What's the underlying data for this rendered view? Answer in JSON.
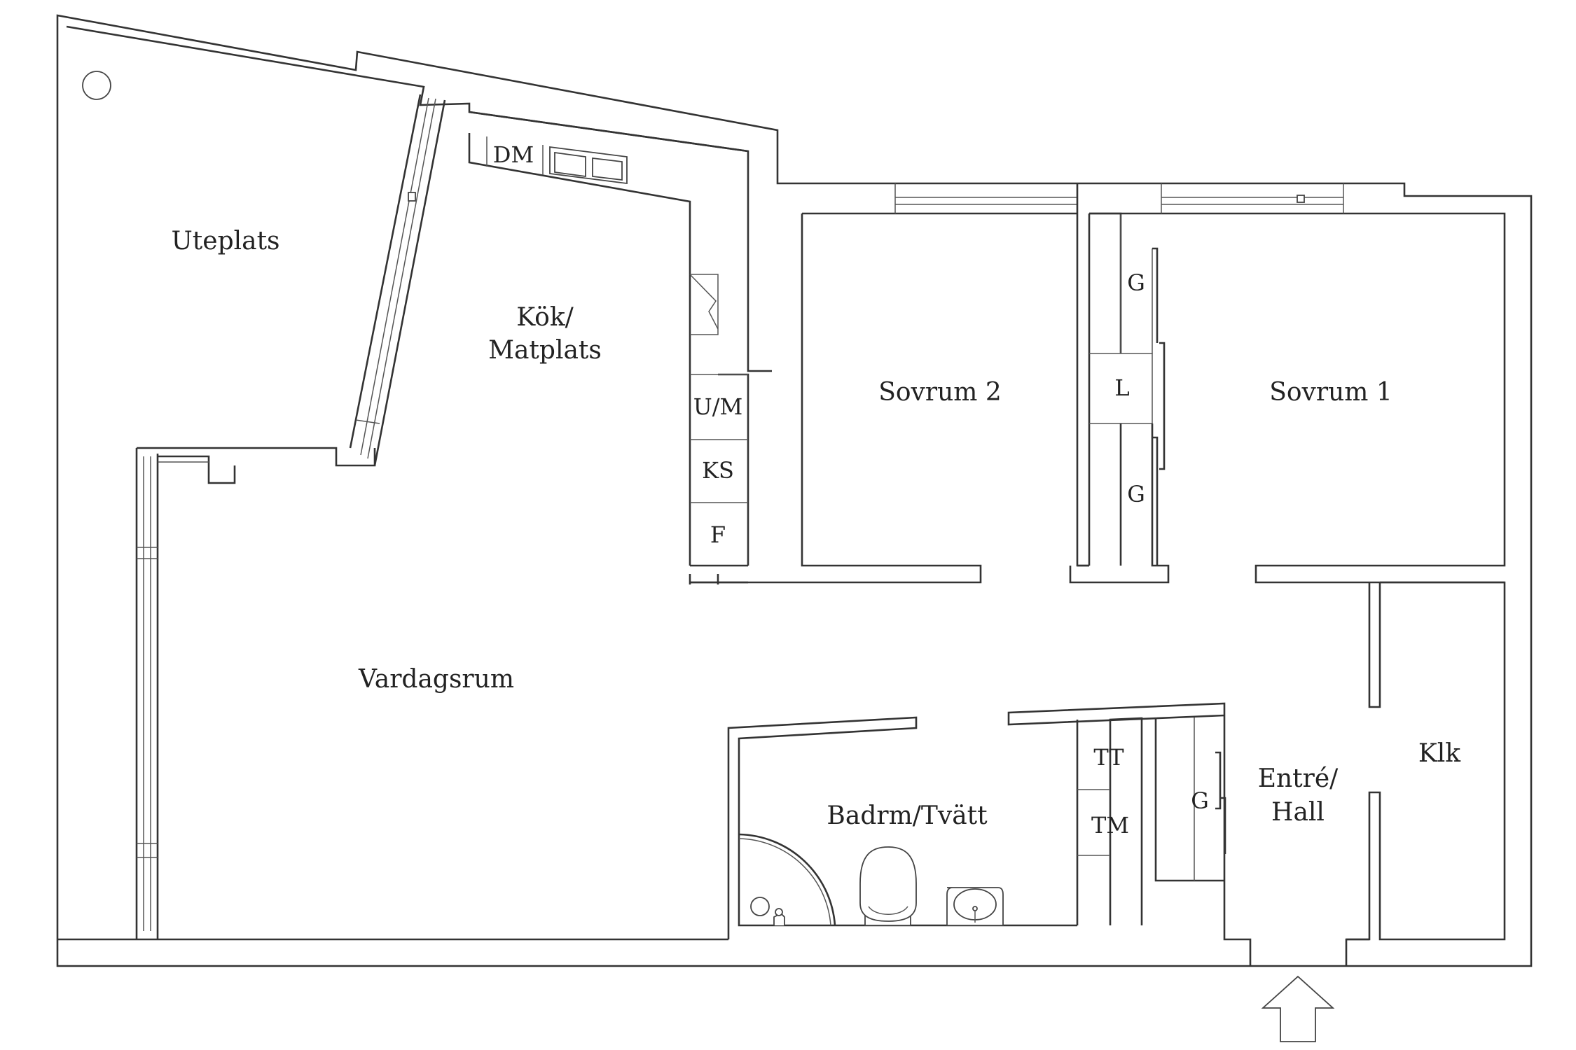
{
  "rooms": {
    "uteplats": "Uteplats",
    "kok_line1": "Kök/",
    "kok_line2": "Matplats",
    "vardagsrum": "Vardagsrum",
    "sovrum2": "Sovrum 2",
    "sovrum1": "Sovrum 1",
    "badrum": "Badrm/Tvätt",
    "entre_line1": "Entré/",
    "entre_line2": "Hall",
    "klk": "Klk"
  },
  "fixtures": {
    "dm": "DM",
    "um": "U/M",
    "ks": "KS",
    "f": "F",
    "g_top": "G",
    "l": "L",
    "g_bottom": "G",
    "tt": "TT",
    "tm": "TM",
    "g_hall": "G"
  },
  "colors": {
    "wall": "#333333",
    "background": "#ffffff"
  }
}
